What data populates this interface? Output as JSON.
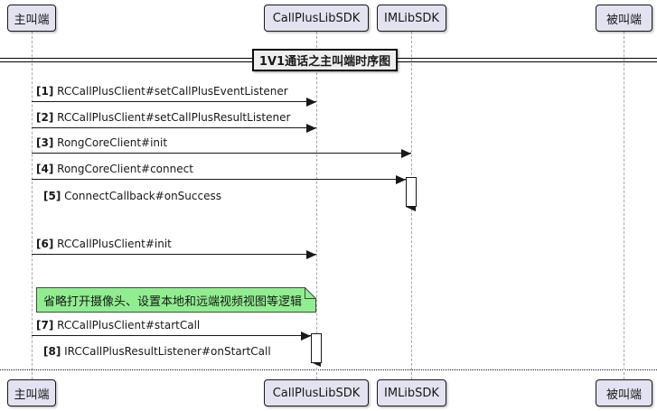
{
  "diagram_title": "1V1通话之主叫端时序图",
  "participants": [
    {
      "label": "主叫端"
    },
    {
      "label": "CallPlusLibSDK"
    },
    {
      "label": "IMLibSDK"
    },
    {
      "label": "被叫端"
    }
  ],
  "messages": [
    {
      "num": "[1]",
      "label": "RCCallPlusClient#setCallPlusEventListener",
      "from": 0,
      "to": 1,
      "line": "solid"
    },
    {
      "num": "[2]",
      "label": "RCCallPlusClient#setCallPlusResultListener",
      "from": 0,
      "to": 1,
      "line": "solid"
    },
    {
      "num": "[3]",
      "label": "RongCoreClient#init",
      "from": 0,
      "to": 2,
      "line": "solid"
    },
    {
      "num": "[4]",
      "label": "RongCoreClient#connect",
      "from": 0,
      "to": 2,
      "line": "solid"
    },
    {
      "num": "[5]",
      "label": "ConnectCallback#onSuccess",
      "from": 2,
      "to": 0,
      "line": "dashed"
    },
    {
      "num": "[6]",
      "label": "RCCallPlusClient#init",
      "from": 0,
      "to": 1,
      "line": "solid"
    },
    {
      "num": "[7]",
      "label": "RCCallPlusClient#startCall",
      "from": 0,
      "to": 1,
      "line": "solid"
    },
    {
      "num": "[8]",
      "label": "IRCCallPlusResultListener#onStartCall",
      "from": 1,
      "to": 0,
      "line": "dashed"
    }
  ],
  "note": {
    "text": "省略打开摄像头、设置本地和远端视频视图等逻辑"
  },
  "colors": {
    "participant_fill": "#E2E2F0",
    "participant_border": "#181818",
    "note_fill": "#90EE90",
    "title_fill": "#EEEEEE",
    "lifeline": "#A8A8A8"
  }
}
